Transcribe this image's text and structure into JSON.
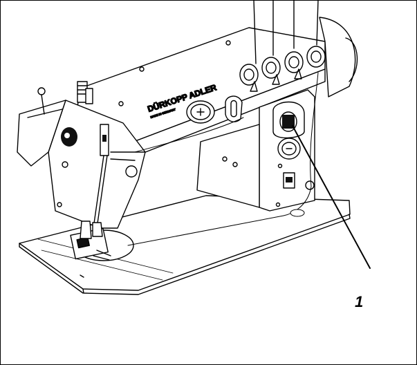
{
  "figure": {
    "brand_text": "DÜRKOPP ADLER",
    "brand_subtext": "MADE IN GERMANY",
    "callout": "1"
  },
  "colors": {
    "line": "#000000",
    "background": "#ffffff",
    "body_fill": "#ffffff",
    "dark_part": "#111111"
  },
  "icons": [
    "sewing-machine-illustration",
    "tension-knob-icon",
    "stitch-dial-icon",
    "logo-badge-icon"
  ]
}
